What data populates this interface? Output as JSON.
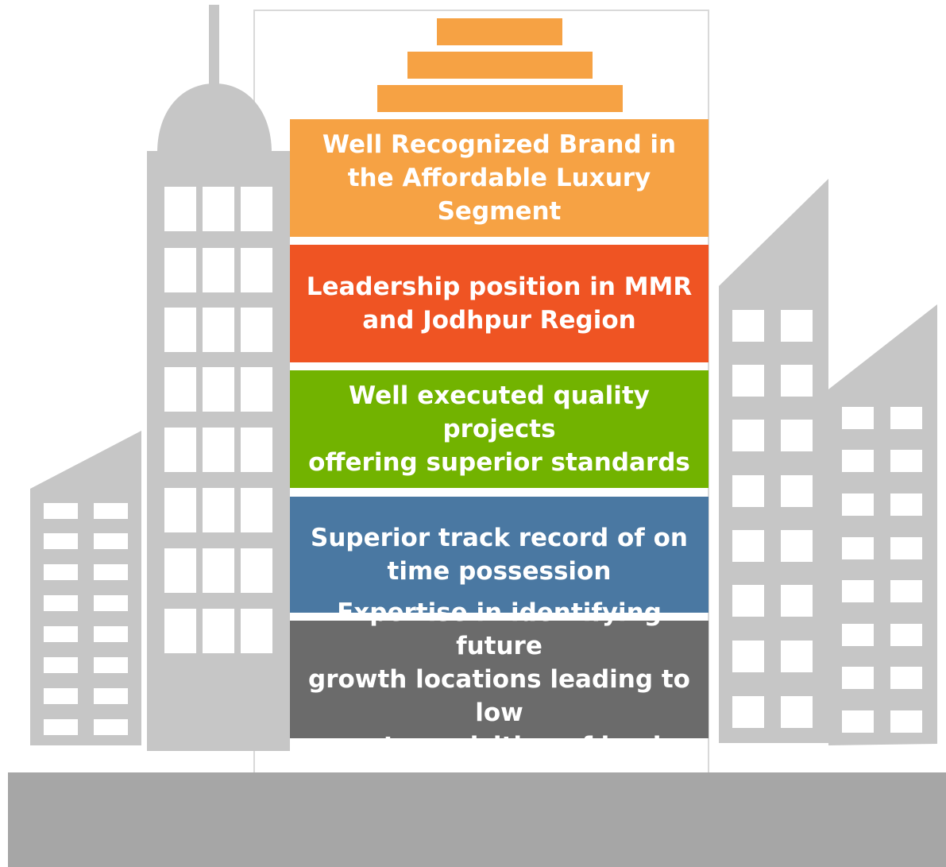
{
  "colors": {
    "building": "#c6c6c6",
    "ground": "#a6a6a6",
    "outline": "#d9d9d9",
    "window": "#ffffff",
    "roof_steps": "#f6a244"
  },
  "pillars": [
    {
      "text": "Well Recognized Brand in\nthe Affordable Luxury\nSegment",
      "color": "#f6a244"
    },
    {
      "text": "Leadership position in MMR\nand Jodhpur Region",
      "color": "#ef5423"
    },
    {
      "text": "Well executed quality  projects\noffering superior standards",
      "color": "#72b300"
    },
    {
      "text": "Superior track record of on\ntime possession",
      "color": "#4a78a2"
    },
    {
      "text": "Expertise in identifying future\ngrowth locations leading to low\ncost acquisition of land",
      "color": "#6b6b6b"
    }
  ]
}
